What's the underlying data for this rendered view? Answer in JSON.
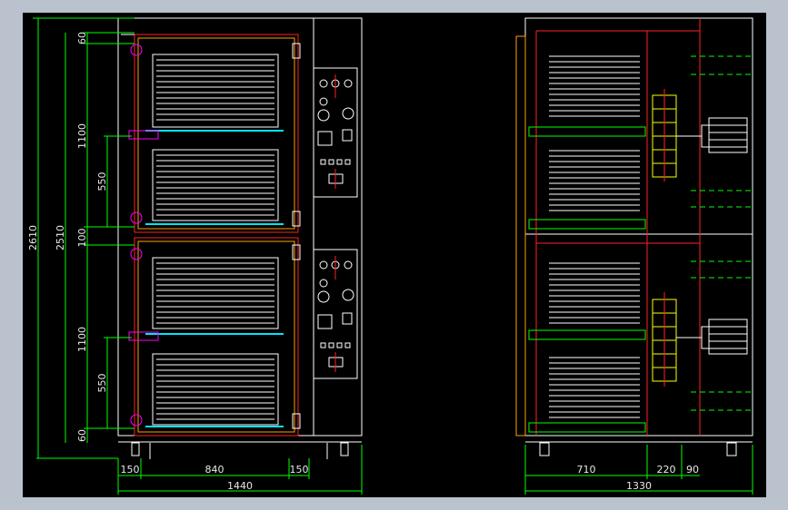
{
  "colors": {
    "background": "#000000",
    "frame": "#b9c2cd",
    "outline": "#ffffff",
    "dimension": "#00ff00",
    "red": "#ff2020",
    "yellow": "#ffff00",
    "cyan": "#00e5ff",
    "magenta": "#ff00ff",
    "text": "#e8e8e8"
  },
  "front_view": {
    "left_dims": {
      "total_outer": "2610",
      "total_inner": "2510"
    },
    "vertical_dims": [
      "60",
      "1100",
      "550",
      "100",
      "1100",
      "550",
      "60"
    ],
    "bottom_dims": [
      "150",
      "840",
      "150"
    ],
    "overall_width": "1440"
  },
  "side_view": {
    "bottom_dims": [
      "710",
      "220",
      "90"
    ],
    "overall_width": "1330"
  }
}
